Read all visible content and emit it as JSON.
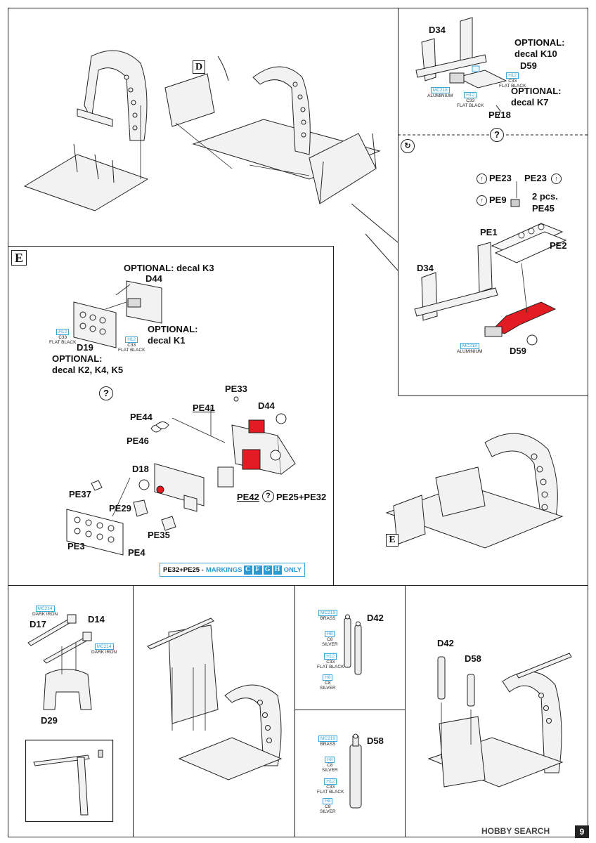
{
  "steps": {
    "d": "D",
    "e": "E",
    "e_ref": "E"
  },
  "top_right": {
    "labels": {
      "d34": "D34",
      "opt_k10_a": "OPTIONAL:",
      "opt_k10_b": "decal K10",
      "d59": "D59",
      "opt_k7_a": "OPTIONAL:",
      "opt_k7_b": "decal K7",
      "pe18": "PE18"
    },
    "codes": {
      "mc218": "MC218",
      "aluminium": "ALUMINIUM",
      "h12_a": "H12",
      "c33_a": "C33",
      "flat_black_a": "FLAT BLACK",
      "h12_b": "H12",
      "c33_b": "C33",
      "flat_black_b": "FLAT BLACK"
    },
    "question": "?"
  },
  "pe_panel": {
    "pe23_a": "PE23",
    "pe23_b": "PE23",
    "pe9": "PE9",
    "two_pcs": "2 pcs.",
    "pe45": "PE45",
    "pe1": "PE1",
    "pe2": "PE2",
    "d34": "D34",
    "d59": "D59",
    "mc218": "MC218",
    "aluminium": "ALUMINIUM"
  },
  "step_e": {
    "opt_k3": "OPTIONAL: decal K3",
    "d44": "D44",
    "opt_k1_a": "OPTIONAL:",
    "opt_k1_b": "decal K1",
    "d19": "D19",
    "opt_k2_a": "OPTIONAL:",
    "opt_k2_b": "decal K2, K4, K5",
    "h12_a": "H12",
    "c33_a": "C33",
    "flat_black_a": "FLAT BLACK",
    "h12_b": "H12",
    "c33_b": "C33",
    "flat_black_b": "FLAT BLACK",
    "question": "?",
    "pe33": "PE33",
    "pe41": "PE41",
    "d44_b": "D44",
    "pe44": "PE44",
    "pe46": "PE46",
    "d18": "D18",
    "pe37": "PE37",
    "pe29": "PE29",
    "pe35": "PE35",
    "pe3": "PE3",
    "pe4": "PE4",
    "pe42": "PE42",
    "pe25_pe32": "PE25+PE32",
    "markings_prefix": "PE32+PE25 -",
    "markings_word": "MARKINGS",
    "markings": [
      "C",
      "F",
      "G",
      "H"
    ],
    "only": "ONLY"
  },
  "bottom": {
    "mc214_a": "MC214",
    "dark_iron_a": "DARK IRON",
    "d17": "D17",
    "d14": "D14",
    "mc214_b": "MC214",
    "dark_iron_b": "DARK IRON",
    "d29": "D29",
    "d42": "D42",
    "mc219_a": "MC219",
    "brass_a": "BRASS",
    "h8_a": "H8",
    "c8_a": "C8",
    "silver_a": "SILVER",
    "h12_a": "H12",
    "c33_a": "C33",
    "flat_black_a": "FLAT BLACK",
    "h8_b": "H8",
    "c8_b": "C8",
    "silver_b": "SILVER",
    "d58": "D58",
    "mc219_b": "MC219",
    "brass_b": "BRASS",
    "h8_c": "H8",
    "c8_c": "C8",
    "silver_c": "SILVER",
    "h12_b": "H12",
    "c33_b": "C33",
    "flat_black_b": "FLAT BLACK",
    "h8_d": "H8",
    "c8_d": "C8",
    "silver_d": "SILVER",
    "d42_right": "D42",
    "d58_right": "D58"
  },
  "footer": {
    "watermark": "HOBBY SEARCH",
    "page_number": "9"
  },
  "colors": {
    "highlight_red": "#e31b23",
    "paint_code_blue": "#3aa7d8",
    "line": "#222222"
  }
}
